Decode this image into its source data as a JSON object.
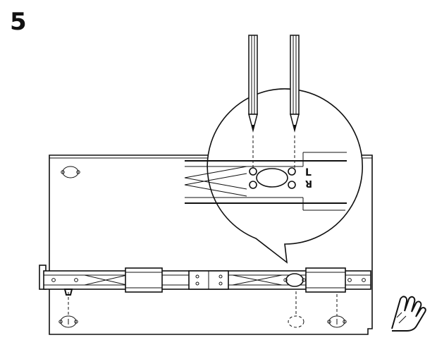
{
  "step": {
    "number": "5"
  },
  "callout": {
    "mark_left": "L",
    "mark_right": "R"
  },
  "icons": {
    "pencil": "pencil-icon",
    "hand": "hand-press-icon"
  }
}
